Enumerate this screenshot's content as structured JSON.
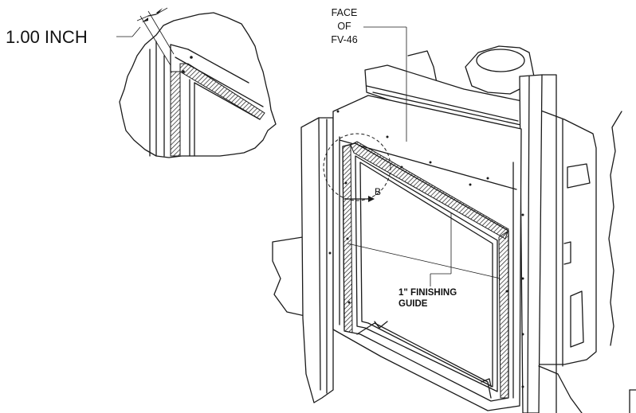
{
  "labels": {
    "dimension": "1.00 INCH",
    "face_lines": [
      "FACE",
      "OF",
      "FV-46"
    ],
    "detail": "B",
    "guide_lines": [
      "1\" FINISHING",
      "GUIDE"
    ]
  },
  "colors": {
    "line": "#1a1a1a",
    "background": "#ffffff"
  }
}
